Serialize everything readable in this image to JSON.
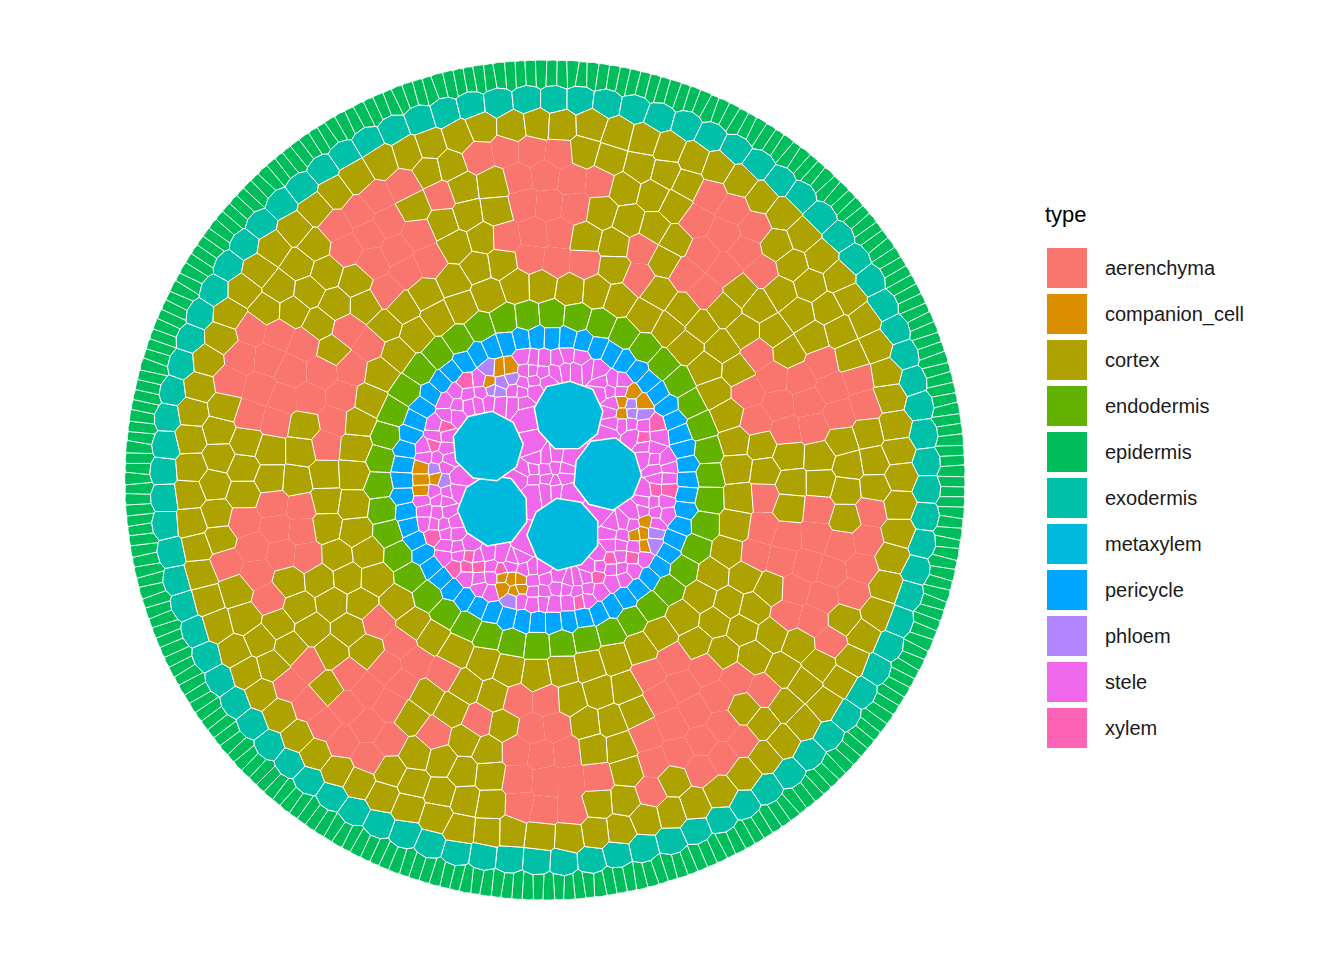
{
  "diagram": {
    "labels": [
      "type"
    ],
    "legend": [
      {
        "text": "aerenchyma",
        "color": "#F8766D"
      },
      {
        "text": "companion_cell",
        "color": "#DB8E00"
      },
      {
        "text": "cortex",
        "color": "#AEA200"
      },
      {
        "text": "endodermis",
        "color": "#64B200"
      },
      {
        "text": "epidermis",
        "color": "#00BD5C"
      },
      {
        "text": "exodermis",
        "color": "#00C1A7"
      },
      {
        "text": "metaxylem",
        "color": "#00BADE"
      },
      {
        "text": "pericycle",
        "color": "#00A6FF"
      },
      {
        "text": "phloem",
        "color": "#B385FF"
      },
      {
        "text": "stele",
        "color": "#EF67EB"
      },
      {
        "text": "xylem",
        "color": "#FF63B6"
      }
    ]
  }
}
